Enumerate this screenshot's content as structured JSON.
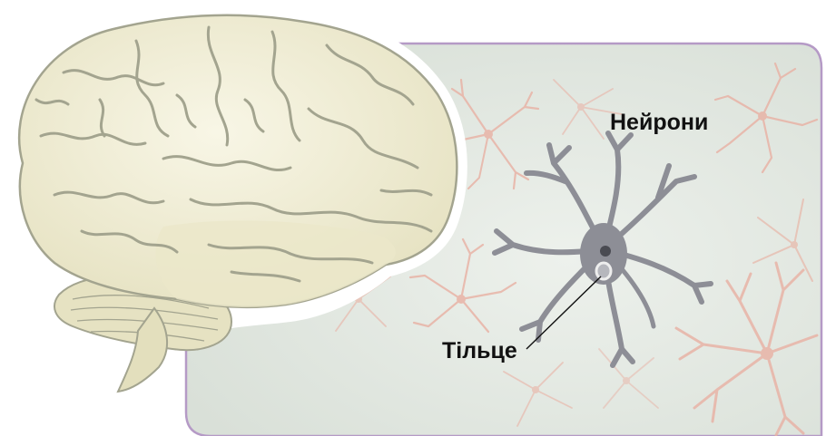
{
  "labels": {
    "neurons": "Нейрони",
    "cell_body": "Тільце"
  },
  "colors": {
    "panel_fill": "#e4e9e2",
    "panel_border": "#b59ac6",
    "brain_fill": "#f3f0d9",
    "brain_shadow": "#e3dfbd",
    "brain_sulci": "#a3a48f",
    "neuron_main": "#8d8e96",
    "neuron_faint": "#e8b3a6",
    "pointer_line": "#111111"
  },
  "icons": {
    "brain": "brain-illustration",
    "neuron": "neuron-illustration"
  }
}
